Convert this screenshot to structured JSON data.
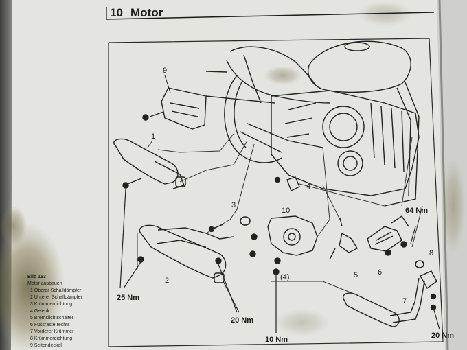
{
  "header": {
    "chapter_number": "10",
    "chapter_title": "Motor"
  },
  "caption": {
    "figure_label": "Bild 163",
    "title": "Motor ausbauen",
    "items": [
      "1 Oberer Schalldämpfer",
      "2 Unterer Schalldämpfer",
      "3 Krümmerdichtung",
      "4 Gelenk",
      "5 Bremslichtschalter",
      "6 Fussraste rechts",
      "7 Vorderer Krümmer",
      "8 Krümmerdichtung",
      "9 Seitendeckel"
    ]
  },
  "callouts": [
    "1",
    "2",
    "3",
    "4",
    "5",
    "6",
    "7",
    "8",
    "9",
    "10",
    "(4)"
  ],
  "torques": {
    "t25": "25 Nm",
    "t20a": "20 Nm",
    "t10": "10 Nm",
    "t64": "64 Nm",
    "t20b": "20 Nm"
  },
  "colors": {
    "paper": "#e6e6e2",
    "ink": "#1c1c1c",
    "stain": "#6d6440"
  }
}
